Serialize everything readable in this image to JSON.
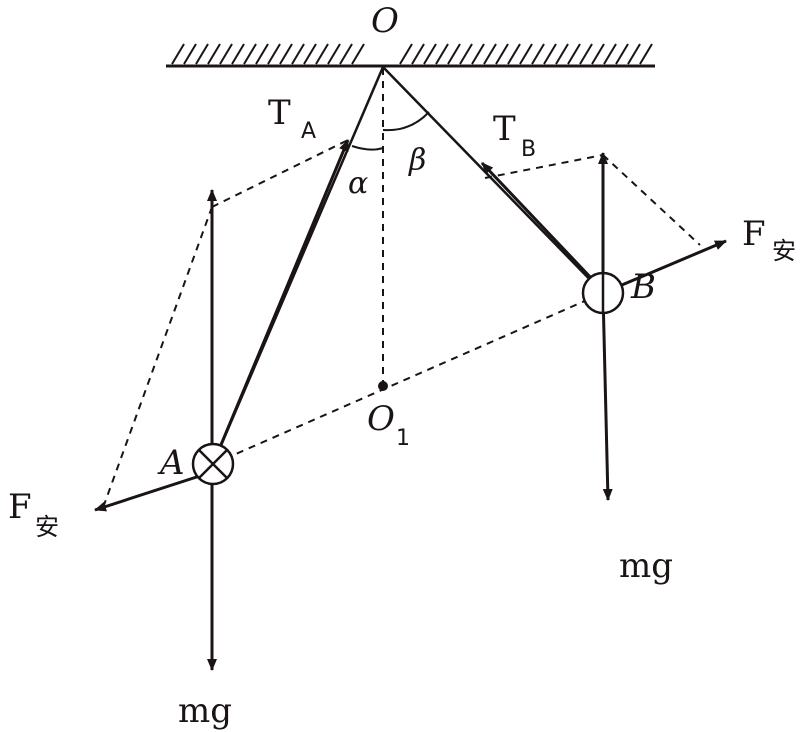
{
  "labels": {
    "pivot": "O",
    "center": "O",
    "center_sub": "1",
    "point_a": "A",
    "point_b": "B",
    "tension_a": "T",
    "tension_a_sub": "A",
    "tension_b": "T",
    "tension_b_sub": "B",
    "angle_alpha": "α",
    "angle_beta": "β",
    "force_left": "F",
    "force_left_sub": "安",
    "force_right": "F",
    "force_right_sub": "安",
    "gravity_a": "mg",
    "gravity_b": "mg"
  },
  "colors": {
    "ink": "#1a1414",
    "background": "#ffffff"
  }
}
